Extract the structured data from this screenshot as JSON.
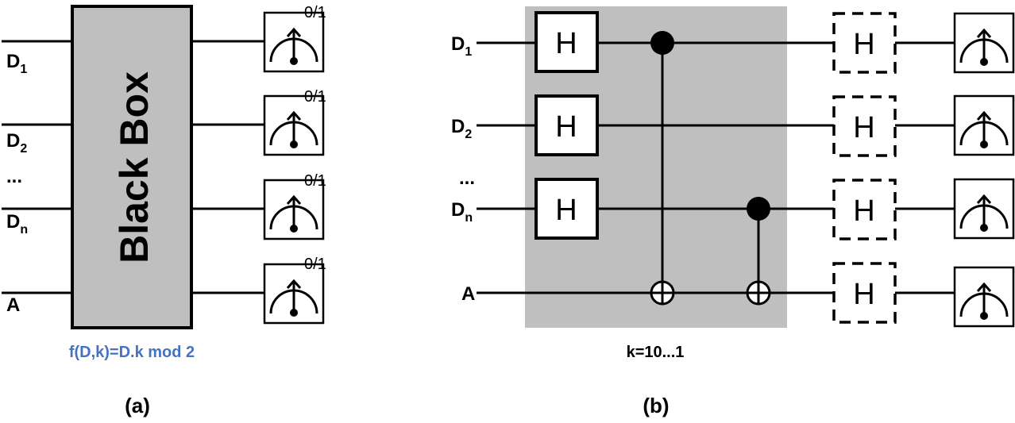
{
  "colors": {
    "background": "#ffffff",
    "wire": "#000000",
    "shaded_region": "#bfbfbf",
    "accent_blue": "#4472c4"
  },
  "panel_a": {
    "label": "(a)",
    "black_box_label": "Black Box",
    "caption": "f(D,k)=D.k mod 2",
    "qubits": [
      {
        "base": "D",
        "sub": "1"
      },
      {
        "base": "D",
        "sub": "2"
      },
      {
        "base": "...",
        "sub": ""
      },
      {
        "base": "D",
        "sub": "n"
      },
      {
        "base": "A",
        "sub": ""
      }
    ],
    "outcomes": [
      "0/1",
      "0/1",
      "0/1",
      "0/1"
    ],
    "outcome_colors": [
      "#000000",
      "#000000",
      "#000000",
      "#4472c4"
    ]
  },
  "panel_b": {
    "label": "(b)",
    "caption": "k=10...1",
    "gate_label": "H",
    "qubits": [
      {
        "base": "D",
        "sub": "1"
      },
      {
        "base": "D",
        "sub": "2"
      },
      {
        "base": "...",
        "sub": ""
      },
      {
        "base": "D",
        "sub": "n"
      },
      {
        "base": "A",
        "sub": ""
      }
    ]
  }
}
